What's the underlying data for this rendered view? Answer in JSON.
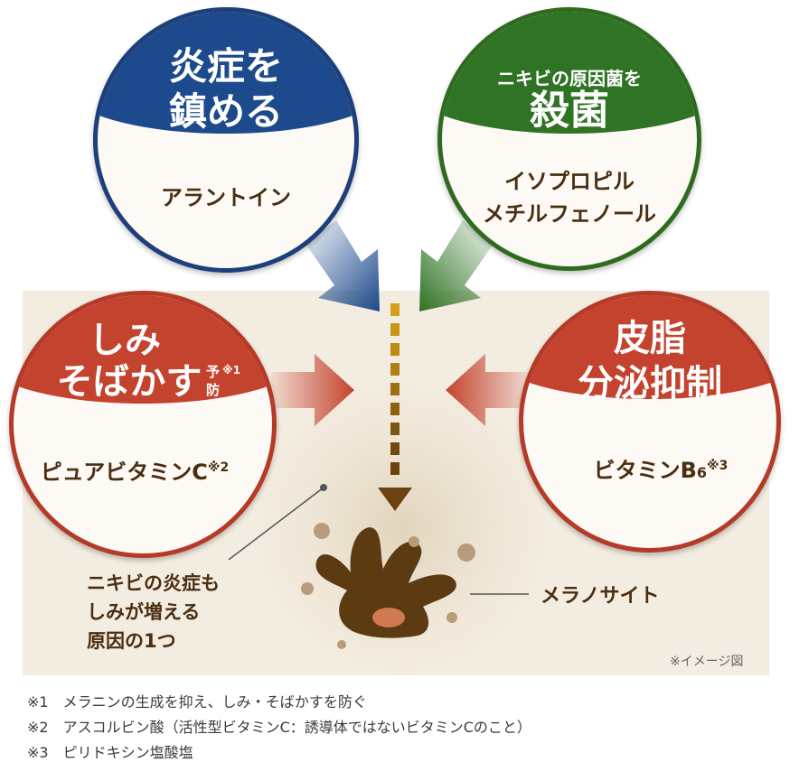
{
  "circles": {
    "inflammation": {
      "title_line1": "炎症を",
      "title_line2": "鎮める",
      "ingredient": "アラントイン",
      "color": "#1d4a8c"
    },
    "acne": {
      "title_small": "ニキビの原因菌を",
      "title": "殺菌",
      "ingredient_line1": "イソプロピル",
      "ingredient_line2": "メチルフェノール",
      "color": "#2f7324"
    },
    "spots": {
      "title_line1": "しみ",
      "title_line2": "そばかす",
      "title_suffix_top": "予",
      "title_suffix_bottom": "防",
      "title_note": "※1",
      "ingredient": "ピュアビタミンC",
      "ingredient_note": "※2",
      "color": "#c4432e"
    },
    "sebum": {
      "title_line1": "皮脂",
      "title_line2": "分泌抑制",
      "ingredient": "ビタミンB",
      "ingredient_sub": "6",
      "ingredient_note": "※3",
      "color": "#c4432e"
    }
  },
  "labels": {
    "cause_line1": "ニキビの炎症も",
    "cause_line2": "しみが増える",
    "cause_line3": "原因の1つ",
    "melanocyte": "メラノサイト",
    "image_note": "※イメージ図"
  },
  "footnotes": [
    "※1　メラニンの生成を抑え、しみ・そばかすを防ぐ",
    "※2　アスコルビン酸（活性型ビタミンC：誘導体ではないビタミンCのこと）",
    "※3　ピリドキシン塩酸塩"
  ],
  "colors": {
    "panel": "#f3ece0",
    "brown": "#5c3a12",
    "dashed_arrow": "#b8860b"
  }
}
